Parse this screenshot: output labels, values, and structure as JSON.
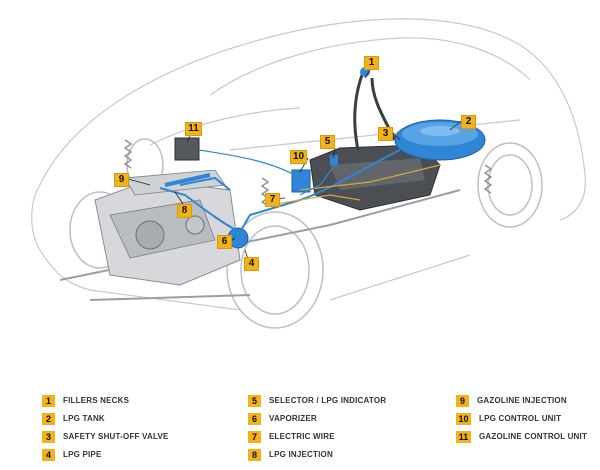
{
  "badges": [
    "1",
    "2",
    "3",
    "4",
    "5",
    "6",
    "7",
    "8",
    "9",
    "10",
    "11"
  ],
  "legend": [
    {
      "num": "1",
      "label": "FILLERS NECKS"
    },
    {
      "num": "2",
      "label": "LPG TANK"
    },
    {
      "num": "3",
      "label": "SAFETY SHUT-OFF VALVE"
    },
    {
      "num": "4",
      "label": "LPG PIPE"
    },
    {
      "num": "5",
      "label": "SELECTOR / LPG INDICATOR"
    },
    {
      "num": "6",
      "label": "VAPORIZER"
    },
    {
      "num": "7",
      "label": "ELECTRIC WIRE"
    },
    {
      "num": "8",
      "label": "LPG INJECTION"
    },
    {
      "num": "9",
      "label": "GAZOLINE INJECTION"
    },
    {
      "num": "10",
      "label": "LPG CONTROL UNIT"
    },
    {
      "num": "11",
      "label": "GAZOLINE CONTROL UNIT"
    }
  ],
  "colors": {
    "badge": "#f3b21a",
    "lpg_blue": "#2f86d6",
    "wire": "#d9a441",
    "outline": "#c9ccd0"
  }
}
